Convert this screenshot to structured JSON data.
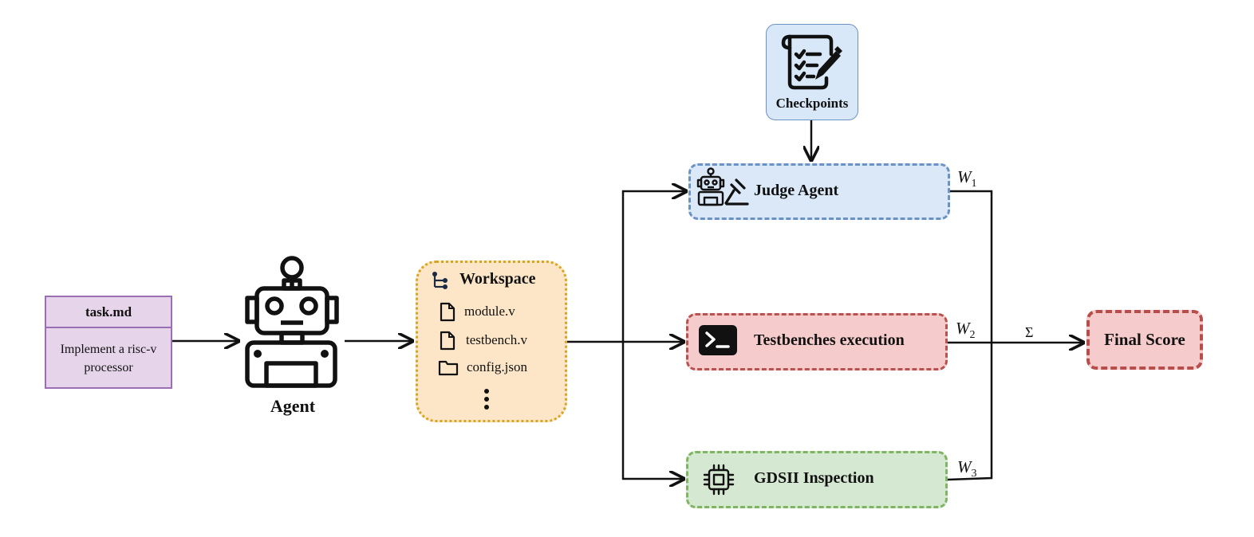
{
  "task": {
    "title": "task.md",
    "description": "Implement a risc-v processor"
  },
  "agent": {
    "label": "Agent",
    "icon": "robot-icon"
  },
  "workspace": {
    "title": "Workspace",
    "files": [
      {
        "name": "module.v",
        "icon": "file-icon"
      },
      {
        "name": "testbench.v",
        "icon": "file-icon"
      },
      {
        "name": "config.json",
        "icon": "folder-icon"
      }
    ],
    "more_icon": "vertical-ellipsis-icon"
  },
  "checkpoints": {
    "label": "Checkpoints",
    "icon": "checklist-scroll-icon"
  },
  "evaluators": [
    {
      "label": "Judge Agent",
      "icon": "robot-gavel-icon",
      "weight_var": "W",
      "weight_index": "1",
      "color": "#dbe8f8",
      "border": "#6a92c3"
    },
    {
      "label": "Testbenches execution",
      "icon": "terminal-icon",
      "weight_var": "W",
      "weight_index": "2",
      "color": "#f5cccb",
      "border": "#b85250"
    },
    {
      "label": "GDSII Inspection",
      "icon": "chip-icon",
      "weight_var": "W",
      "weight_index": "3",
      "color": "#d5e8d1",
      "border": "#7fb462"
    }
  ],
  "aggregate": {
    "symbol": "Σ"
  },
  "final": {
    "label": "Final Score"
  }
}
